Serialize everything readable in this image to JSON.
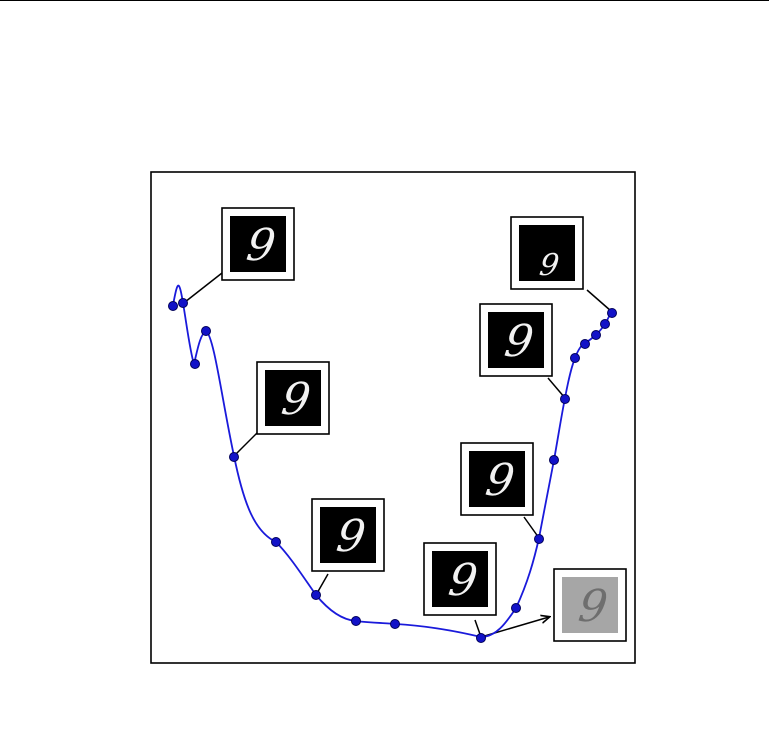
{
  "colors": {
    "curve": "#1a1adb",
    "point_fill": "#1212c8",
    "point_stroke": "#00005a",
    "frame": "#000000",
    "connector": "#000000",
    "thumb_bg": "#000000",
    "thumb_bg_faded": "#a6a6a6",
    "digit_stroke": "#f2f2f2",
    "digit_stroke_faded": "#6e6e6e"
  },
  "thumbnails": [
    {
      "digit": "9",
      "variant": "upright",
      "faded": false
    },
    {
      "digit": "9",
      "variant": "upright",
      "faded": false
    },
    {
      "digit": "9",
      "variant": "upright",
      "faded": false
    },
    {
      "digit": "9",
      "variant": "low",
      "faded": false
    },
    {
      "digit": "9",
      "variant": "upright",
      "faded": false
    },
    {
      "digit": "9",
      "variant": "upright",
      "faded": false
    },
    {
      "digit": "9",
      "variant": "upright",
      "faded": false
    },
    {
      "digit": "9",
      "variant": "upright",
      "faded": true
    }
  ],
  "arrow_target": "faded-thumbnail"
}
